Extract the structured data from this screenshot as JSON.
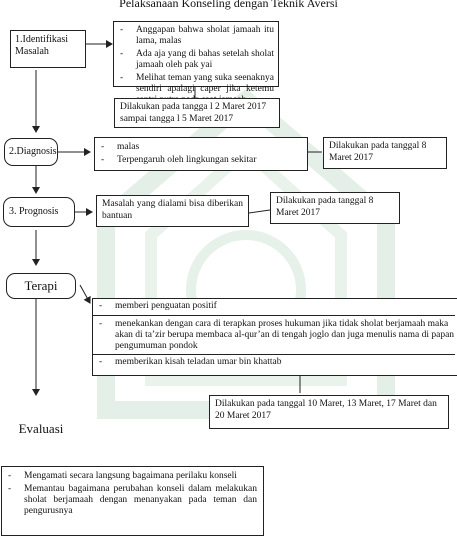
{
  "title": "Pelaksanaan Konseling dengan Teknik Aversi",
  "nodes": {
    "identifikasi": "1.Identifikasi Masalah",
    "diagnosis": "2.Diagnosis",
    "prognosis": "3. Prognosis",
    "terapi": "Terapi",
    "evaluasi": "Evaluasi"
  },
  "identifikasi_items": [
    "Anggapan bahwa sholat jamaah itu lama, malas",
    "Ada aja yang di bahas setelah sholat jamaah oleh pak yai",
    "Melihat teman yang suka seenaknya sendiri apalagi caper jika ketemu santri putra pada saat jamaah"
  ],
  "identifikasi_date": "Dilakukan pada tangga l 2 Maret 2017 sampai tangga l 5 Maret 2017",
  "diagnosis_items": [
    "malas",
    "Terpengaruh oleh lingkungan sekitar"
  ],
  "diagnosis_date": "Dilakukan pada tanggal 8 Maret 2017",
  "prognosis_text": "Masalah yang dialami bisa diberikan bantuan",
  "prognosis_date": "Dilakukan pada tanggal 8 Maret 2017",
  "terapi_items": [
    "memberi penguatan positif",
    "menekankan dengan cara di terapkan proses hukuman jika tidak sholat berjamaah maka akan di ta’zir berupa membaca al-qur’an di tengah joglo dan juga menulis nama di papan pengumuman pondok",
    "memberikan kisah teladan umar bin khattab"
  ],
  "terapi_date": "Dilakukan pada tanggal 10 Maret, 13 Maret, 17 Maret dan 20 Maret 2017",
  "evaluasi_items": [
    "Mengamati secara langsung bagaimana perilaku konseli",
    "Memantau bagaimana perubahan konseli dalam melakukan sholat berjamaah dengan menanyakan pada teman dan pengurusnya"
  ],
  "colors": {
    "line": "#222222",
    "watermark": "#e3efe6"
  }
}
